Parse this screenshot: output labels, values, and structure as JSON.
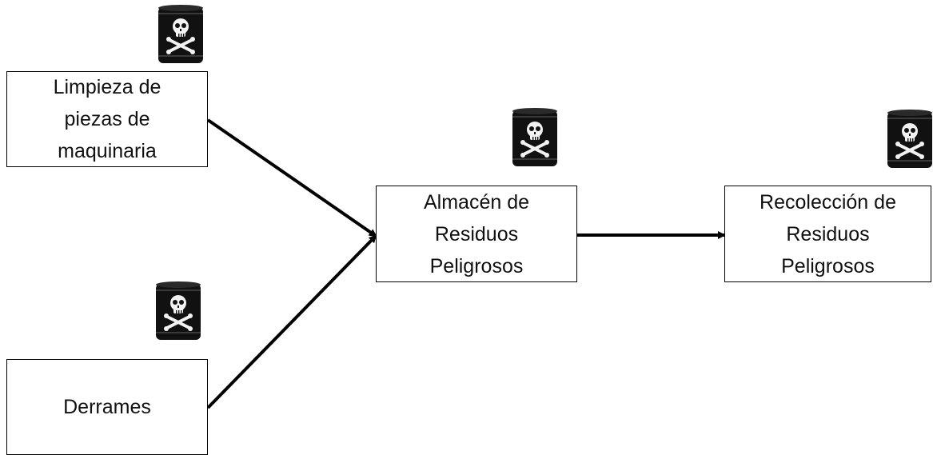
{
  "boxes": {
    "limpieza": {
      "lines": [
        "Limpieza de",
        "piezas de",
        "maquinaria"
      ]
    },
    "derrames": {
      "lines": [
        "Derrames"
      ]
    },
    "almacen": {
      "lines": [
        "Almacén de",
        "Residuos",
        "Peligrosos"
      ]
    },
    "recoleccion": {
      "lines": [
        "Recolección de",
        "Residuos",
        "Peligrosos"
      ]
    }
  },
  "icons": {
    "hazard": "skull-crossbones-barrel-icon",
    "barrel_color": "#111111",
    "symbol_color": "#f2f2f2"
  }
}
